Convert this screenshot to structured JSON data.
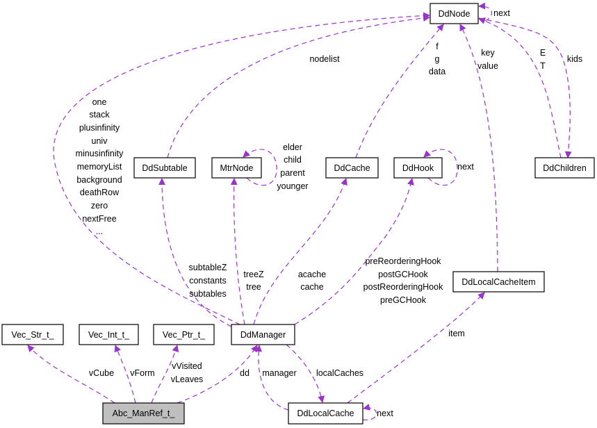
{
  "diagram": {
    "edge_color": "#9a32cd",
    "focus_fill": "#bfbfbf",
    "nodes": {
      "ddnode": "DdNode",
      "ddsubtable": "DdSubtable",
      "mtrnode": "MtrNode",
      "ddcache": "DdCache",
      "ddhook": "DdHook",
      "ddchildren": "DdChildren",
      "ddlocalcacheitem": "DdLocalCacheItem",
      "vec_str": "Vec_Str_t_",
      "vec_int": "Vec_Int_t_",
      "vec_ptr": "Vec_Ptr_t_",
      "ddmanager": "DdManager",
      "abc_manref": "Abc_ManRef_t_",
      "ddlocalcache": "DdLocalCache"
    },
    "edge_labels": {
      "manager_node": [
        "one",
        "stack",
        "plusinfinity",
        "univ",
        "minusinfinity",
        "memoryList",
        "background",
        "deathRow",
        "zero",
        "nextFree",
        "..."
      ],
      "subtable_node": [
        "nodelist"
      ],
      "cache_node": [
        "f",
        "g",
        "data"
      ],
      "cacheitem_node": [
        "key",
        "value"
      ],
      "children_node": [
        "E",
        "T"
      ],
      "node_children": [
        "kids"
      ],
      "node_self": [
        "next"
      ],
      "mtr_self": [
        "elder",
        "child",
        "parent",
        "younger"
      ],
      "hook_self": [
        "next"
      ],
      "manager_subtable": [
        "subtableZ",
        "constants",
        "subtables"
      ],
      "manager_mtr": [
        "treeZ",
        "tree"
      ],
      "manager_cache": [
        "acache",
        "cache"
      ],
      "manager_hook": [
        "preReorderingHook",
        "postGCHook",
        "postReorderingHook",
        "preGCHook"
      ],
      "localcache_item": [
        "item"
      ],
      "abc_vecstr": [
        "vCube"
      ],
      "abc_vecint": [
        "vForm"
      ],
      "abc_vecptr": [
        "vVisited",
        "vLeaves"
      ],
      "abc_manager": [
        "dd"
      ],
      "localcache_manager": [
        "manager"
      ],
      "manager_localcache": [
        "localCaches"
      ],
      "localcache_self": [
        "next"
      ]
    }
  }
}
